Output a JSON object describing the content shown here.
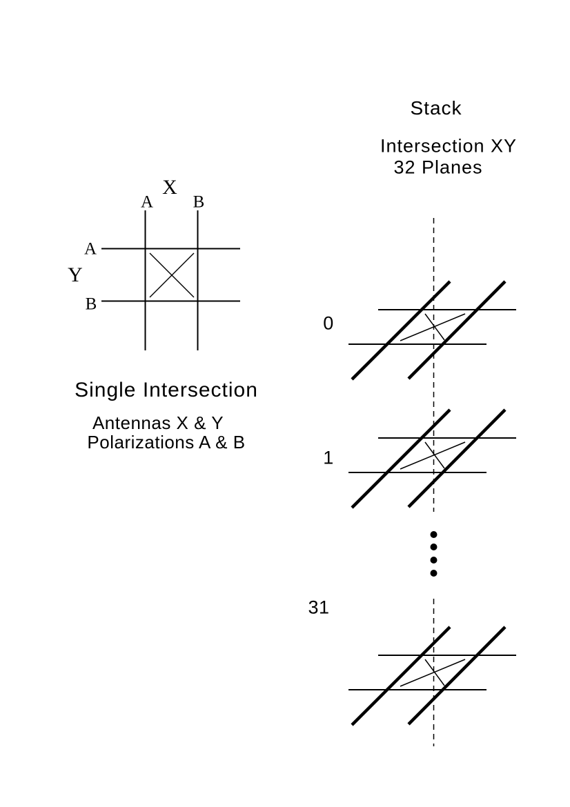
{
  "page": {
    "background_color": "#ffffff",
    "ink_color": "#000000"
  },
  "single_intersection": {
    "antenna_x_label": "X",
    "antenna_y_label": "Y",
    "x_polarization_a": "A",
    "x_polarization_b": "B",
    "y_polarization_a": "A",
    "y_polarization_b": "B",
    "caption_title": "Single Intersection",
    "caption_line2": "Antennas X & Y",
    "caption_line3": "Polarizations A & B"
  },
  "stack": {
    "title": "Stack",
    "subtitle_line1": "Intersection XY",
    "subtitle_line2": "32 Planes",
    "planes": [
      {
        "label": "0"
      },
      {
        "label": "1"
      },
      {
        "label": "31"
      }
    ],
    "ellipsis_dot_count": 4
  }
}
